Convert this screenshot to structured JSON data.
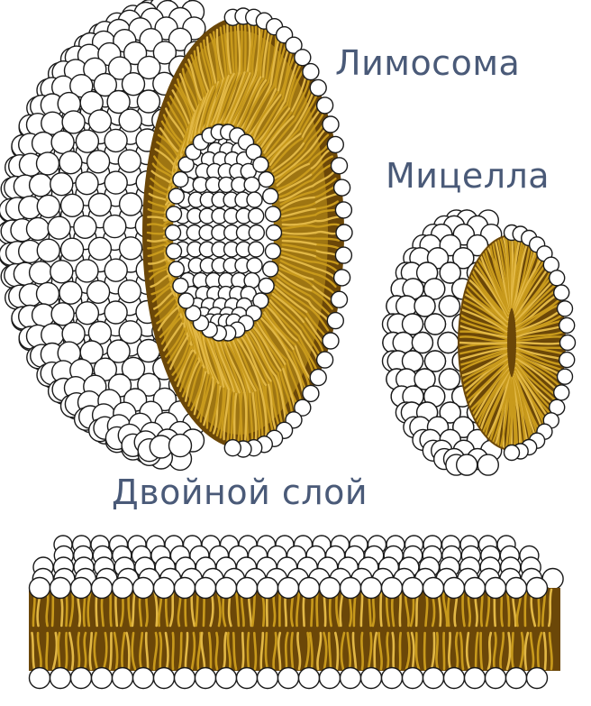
{
  "labels": {
    "liposome": "Лимосома",
    "micelle": "Мицелла",
    "bilayer": "Двойной слой"
  },
  "colors": {
    "text": "#4a5a78",
    "head_fill": "#ffffff",
    "head_stroke": "#1a1a1a",
    "tail_gold": "#c89a1c",
    "tail_dark": "#6b4708",
    "tail_light": "#e2b845"
  }
}
